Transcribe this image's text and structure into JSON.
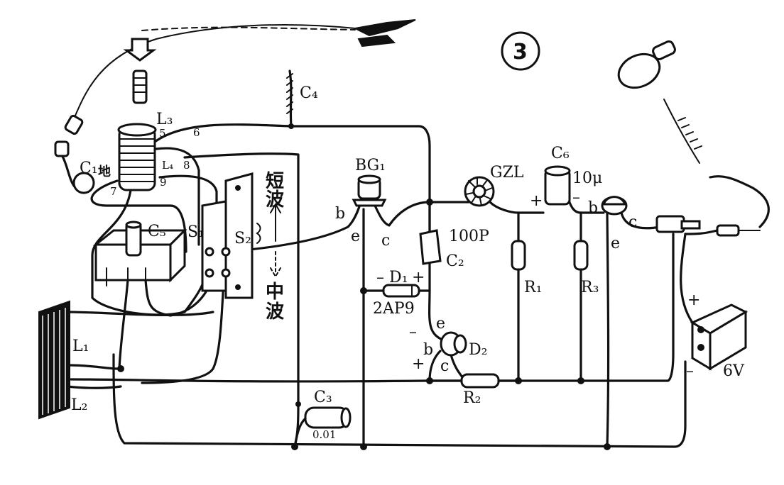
{
  "figure_number": "3",
  "components": {
    "bg1": "BG₁",
    "gzl": "GZL",
    "c6": "C₆",
    "c6_value": "10μ",
    "c4": "C₄",
    "c5": "C₅",
    "c1": "C₁",
    "c2": "C₂",
    "c2_value": "100P",
    "c3": "C₃",
    "c3_value": "0.01",
    "d1": "D₁",
    "d1_type": "2AP9",
    "d2": "D₂",
    "r1": "R₁",
    "r2": "R₂",
    "r3": "R₃",
    "l1": "L₁",
    "l2": "L₂",
    "l3": "L₃",
    "l4": "L₄",
    "s1": "S₁",
    "s2": "S₂",
    "battery": "6V"
  },
  "terminals": {
    "pin5": "5",
    "pin6": "6",
    "pin7": "7",
    "pin8": "8",
    "pin9": "9",
    "b": "b",
    "c": "c",
    "e": "e",
    "plus": "+",
    "minus": "–"
  },
  "band_labels": {
    "shortwave_1": "短",
    "shortwave_2": "波",
    "mediumwave_1": "中",
    "mediumwave_2": "波",
    "ground": "地"
  }
}
